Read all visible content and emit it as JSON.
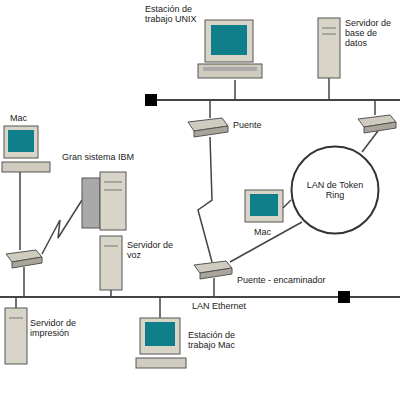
{
  "diagram": {
    "nodes": [
      {
        "text": [
          "LAN de Token Ring"
        ]
      }
    ],
    "labels": [
      "Estación de trabajo UNIX",
      "Servidor de base de datos",
      "Mac",
      "Gran sistema IBM",
      "Puente",
      "Servidor de voz",
      "Mac",
      "Puente - encaminador",
      "LAN Ethernet",
      "Servidor de impresión",
      "Estación de trabajo Mac"
    ]
  }
}
